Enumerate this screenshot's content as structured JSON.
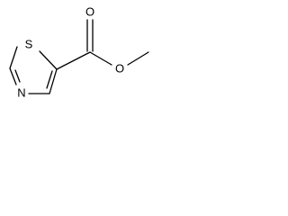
{
  "molecule": {
    "atoms": {
      "sulfur": "S",
      "nitrogen": "N",
      "carbonyl_oxygen": "O",
      "ester_oxygen": "O"
    },
    "colors": {
      "bond": "#000000",
      "label": "#000000",
      "background": "#ffffff"
    }
  }
}
